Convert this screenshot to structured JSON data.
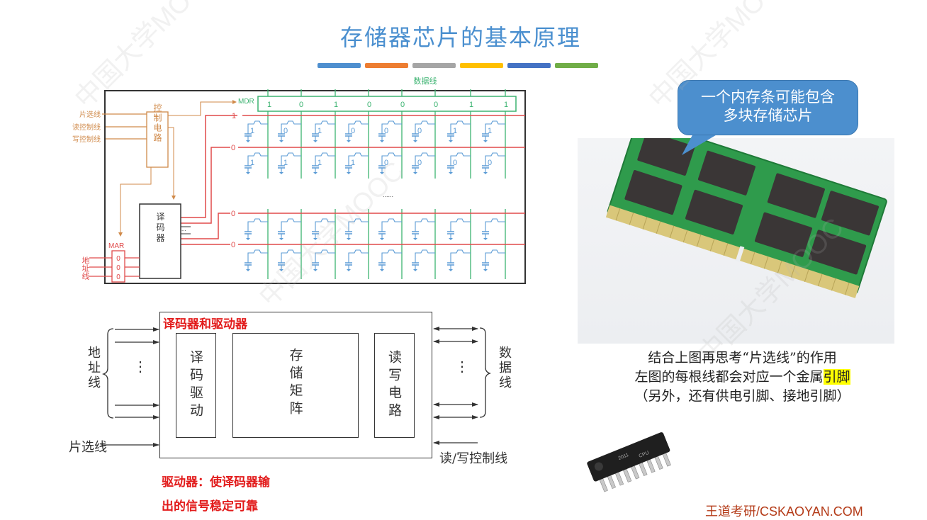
{
  "slide": {
    "title": "存储器芯片的基本原理",
    "title_color": "#4a8fcf",
    "title_bars": [
      "#4e8fcf",
      "#ed7d31",
      "#a5a5a5",
      "#ffc000",
      "#4472c4",
      "#70ad47"
    ]
  },
  "circuit_diagram": {
    "data_bus_label": "数据线",
    "mdr_label": "MDR",
    "mdr_bits": [
      "1",
      "0",
      "1",
      "0",
      "0",
      "0",
      "1",
      "1"
    ],
    "control_inputs": [
      "片选线",
      "读控制线",
      "写控制线"
    ],
    "control_block_label": "控制电路",
    "decoder_label": "译码器",
    "mar_label": "MAR",
    "mar_bits": [
      "0",
      "0",
      "0"
    ],
    "address_label": "地址线",
    "decoder_ellipsis": "...",
    "middle_ellipsis": "......",
    "word_lines": [
      {
        "select": "1",
        "cells": [
          "1",
          "0",
          "1",
          "0",
          "0",
          "0",
          "1",
          "1"
        ]
      },
      {
        "select": "0",
        "cells": [
          "1",
          "1",
          "1",
          "1",
          "0",
          "0",
          "0",
          "0"
        ]
      },
      {
        "select": "0",
        "cells": [
          "",
          "",
          "",
          "",
          "",
          "",
          "",
          ""
        ]
      },
      {
        "select": "0",
        "cells": [
          "",
          "",
          "",
          "",
          "",
          "",
          "",
          ""
        ]
      }
    ],
    "colors": {
      "word_line": "#e04a4a",
      "bit_line": "#3cb371",
      "cell": "#5b9bd5",
      "control": "#d08a4a"
    }
  },
  "block_diagram": {
    "heading": "译码器和驱动器",
    "address_label": "地址线",
    "chip_select_label": "片选线",
    "decoder_driver": "译码驱动",
    "storage_matrix": "存储矩阵",
    "rw_circuit": "读写电路",
    "data_label": "数据线",
    "rw_control_label": "读/写控制线",
    "ellipsis": "⋮",
    "note_line1": "驱动器：使译码器输",
    "note_line2": "出的信号稳定可靠"
  },
  "right_panel": {
    "callout_line1": "一个内存条可能包含",
    "callout_line2": "多块存储芯片",
    "callout_color": "#4c8fce",
    "caption_line1": "结合上图再思考“片选线”的作用",
    "caption_line2_prefix": "左图的每根线都会对应一个金属",
    "caption_line2_highlight": "引脚",
    "caption_line3": "（另外，还有供电引脚、接地引脚）",
    "chip_marking_1": "2011",
    "chip_marking_2": "CPU"
  },
  "footer": {
    "brand": "王道考研/CSKAOYAN.COM"
  },
  "watermarks": [
    "中国大学MOOC"
  ]
}
